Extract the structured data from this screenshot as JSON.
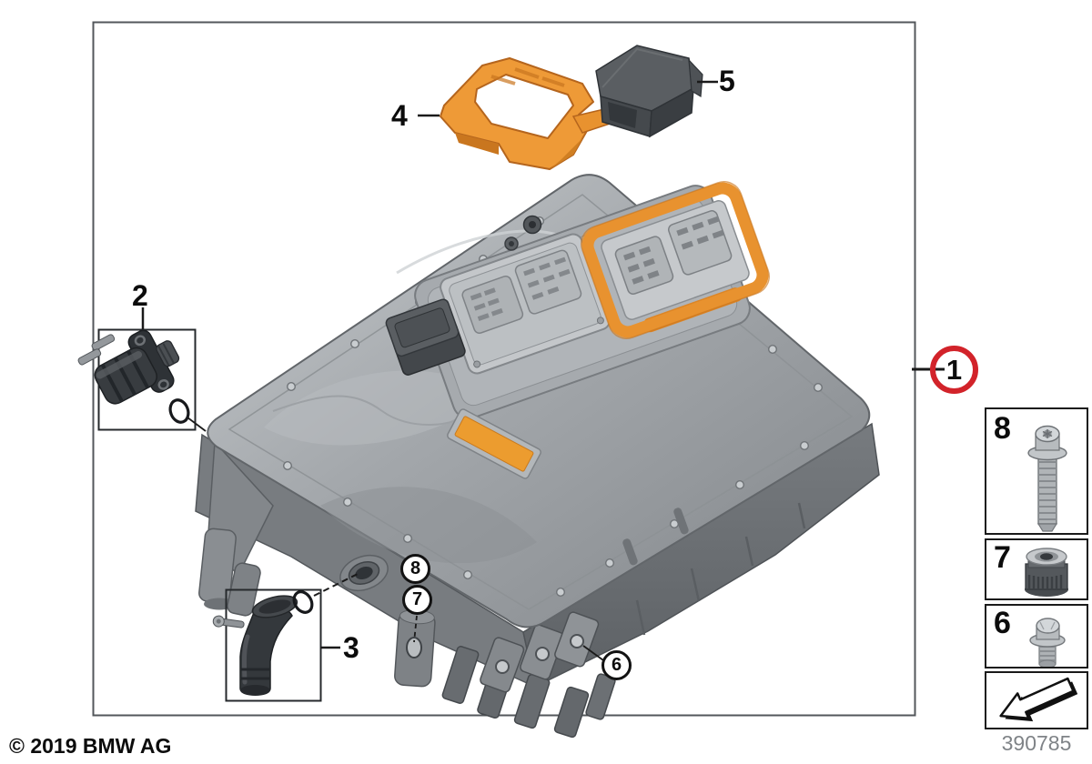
{
  "diagram": {
    "footer": {
      "copyright": "© 2019 BMW AG",
      "doc_number": "390785"
    },
    "callouts": {
      "main": {
        "label": "1",
        "style": "red-circle"
      },
      "sensor": {
        "label": "2"
      },
      "hose_fitting": {
        "label": "3"
      },
      "bracket": {
        "label": "4"
      },
      "cover": {
        "label": "5"
      },
      "bolt": {
        "label": "6",
        "style": "black-circle"
      },
      "nut": {
        "label": "7",
        "style": "black-circle"
      },
      "screw": {
        "label": "8",
        "style": "black-circle"
      }
    },
    "sidebar": {
      "items": [
        {
          "label": "8",
          "icon": "screw-long-icon"
        },
        {
          "label": "7",
          "icon": "cap-nut-icon"
        },
        {
          "label": "6",
          "icon": "flange-bolt-icon"
        },
        {
          "label": "",
          "icon": "arrow-down-left-icon"
        }
      ]
    },
    "colors": {
      "highlight_orange": "#E8922F",
      "callout_red": "#D2232A",
      "housing_gray": "#9CA0A4",
      "frame_gray": "#53575B"
    }
  }
}
